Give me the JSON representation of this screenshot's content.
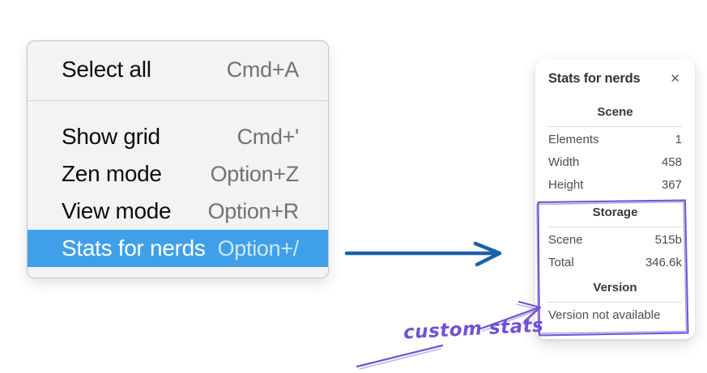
{
  "menu": {
    "items": [
      {
        "label": "Select all",
        "shortcut": "Cmd+A",
        "selected": false
      },
      {
        "label": "Show grid",
        "shortcut": "Cmd+'",
        "selected": false
      },
      {
        "label": "Zen mode",
        "shortcut": "Option+Z",
        "selected": false
      },
      {
        "label": "View mode",
        "shortcut": "Option+R",
        "selected": false
      },
      {
        "label": "Stats for nerds",
        "shortcut": "Option+/",
        "selected": true
      }
    ]
  },
  "stats_panel": {
    "title": "Stats for nerds",
    "close_icon": "✕",
    "sections": [
      {
        "heading": "Scene",
        "rows": [
          {
            "label": "Elements",
            "value": "1"
          },
          {
            "label": "Width",
            "value": "458"
          },
          {
            "label": "Height",
            "value": "367"
          }
        ]
      },
      {
        "heading": "Storage",
        "rows": [
          {
            "label": "Scene",
            "value": "515b"
          },
          {
            "label": "Total",
            "value": "346.6k"
          }
        ]
      },
      {
        "heading": "Version",
        "note": "Version not available"
      }
    ]
  },
  "annotation": {
    "label": "custom stats"
  },
  "colors": {
    "menu_highlight": "#3fa0e9",
    "arrow_blue": "#1d5fae",
    "annotation_purple": "#6e52d5"
  }
}
